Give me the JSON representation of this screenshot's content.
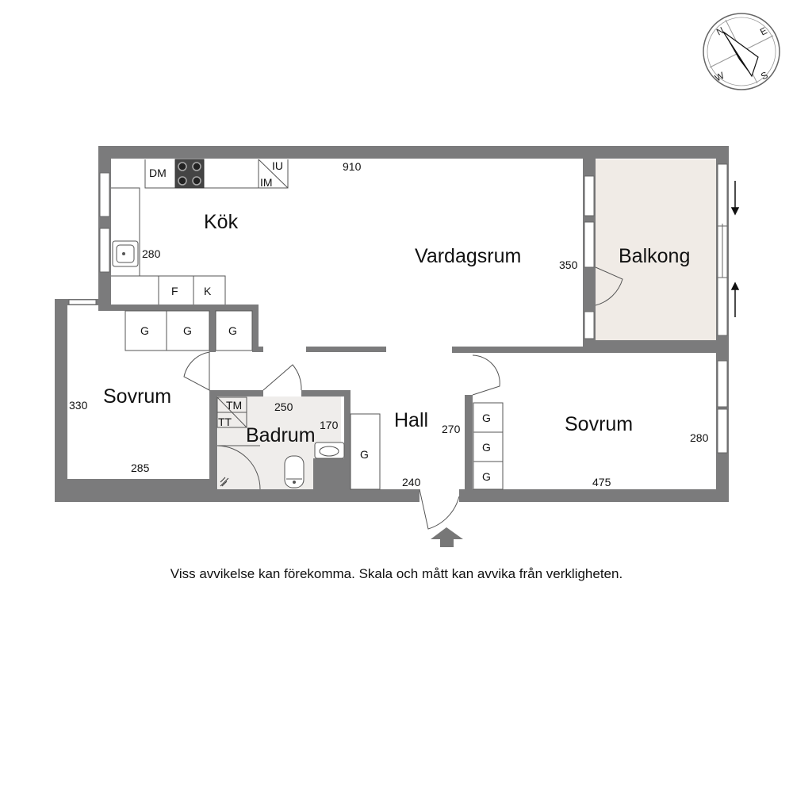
{
  "colors": {
    "wall": "#7b7b7c",
    "bathroom_floor": "#efedeb",
    "balcony_floor": "#f0ebe6",
    "line": "#555555"
  },
  "compass": {
    "north": "N",
    "east": "E",
    "south": "S",
    "west": "W"
  },
  "rooms": {
    "kitchen": "Kök",
    "living_room": "Vardagsrum",
    "balcony": "Balkong",
    "bedroom_left": "Sovrum",
    "bathroom": "Badrum",
    "hall": "Hall",
    "bedroom_right": "Sovrum"
  },
  "dimensions": {
    "top_width": "910",
    "kitchen_depth": "280",
    "living_depth": "350",
    "bedroom_left_depth": "330",
    "bedroom_left_width": "285",
    "bathroom_width": "250",
    "bathroom_depth": "170",
    "hall_depth": "270",
    "hall_width": "240",
    "bedroom_right_width": "475",
    "bedroom_right_depth": "280"
  },
  "fixtures": {
    "dishwasher": "DM",
    "freezer_built_in": "IU",
    "microwave_built_in": "IM",
    "fridge": "F",
    "freezer": "K",
    "wardrobe": "G",
    "dryer": "TM",
    "drying_cabinet": "TT"
  },
  "disclaimer": "Viss avvikelse kan förekomma. Skala och mått kan avvika från verkligheten."
}
